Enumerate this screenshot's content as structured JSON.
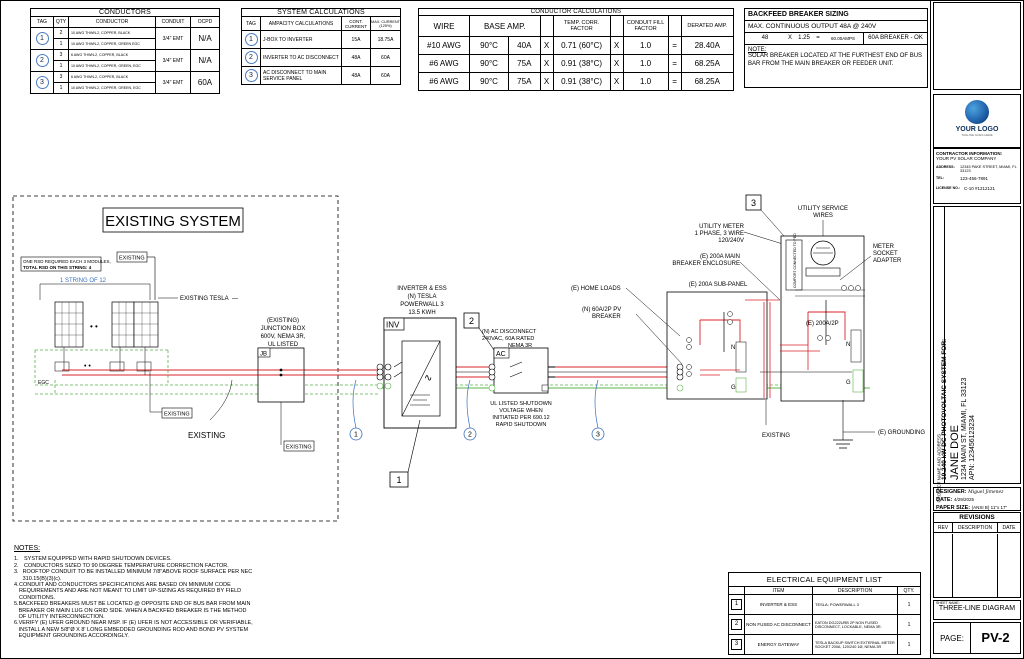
{
  "conductors": {
    "title": "CONDUCTORS",
    "headers": [
      "TAG",
      "QTY",
      "CONDUCTOR",
      "CONDUIT",
      "OCPD"
    ],
    "rows": [
      {
        "tag": "1",
        "lines": [
          {
            "qty": "2",
            "text": "10 AWG THWN-2, COPPER, BLACK"
          },
          {
            "qty": "1",
            "text": "10 AWG THWN-2, COPPER, GREEN EGC"
          }
        ],
        "conduit": "3/4\" EMT",
        "ocpd": "N/A"
      },
      {
        "tag": "2",
        "lines": [
          {
            "qty": "3",
            "text": "6 AWG THWN-2, COPPER, BLACK"
          },
          {
            "qty": "1",
            "text": "10 AWG THWN-2, COPPER, GREEN, EGC"
          }
        ],
        "conduit": "3/4\" EMT",
        "ocpd": "N/A"
      },
      {
        "tag": "3",
        "lines": [
          {
            "qty": "3",
            "text": "6 AWG THWN-2, COPPER, BLACK"
          },
          {
            "qty": "1",
            "text": "10 AWG THWN-2, COPPER, GREEN, EGC"
          }
        ],
        "conduit": "3/4\" EMT",
        "ocpd": "60A"
      }
    ]
  },
  "system_calc": {
    "title": "SYSTEM CALCULATIONS",
    "headers": [
      "TAG",
      "AMPACITY CALCULATIONS",
      "CONT. CURRENT",
      "MAX. CURRENT (125%)"
    ],
    "rows": [
      {
        "tag": "1",
        "desc": "J-BOX TO INVERTER",
        "cont": "15A",
        "max": "18.75A"
      },
      {
        "tag": "2",
        "desc": "INVERTER TO AC DISCONNECT",
        "cont": "48A",
        "max": "60A"
      },
      {
        "tag": "3",
        "desc": "AC DISCONNECT TO MAIN SERVICE PANEL",
        "cont": "48A",
        "max": "60A"
      }
    ]
  },
  "conductor_calc": {
    "title": "CONDUCTOR CALCULATIONS",
    "headers": [
      "WIRE",
      "BASE AMP.",
      "TEMP. CORR. FACTOR",
      "CONDUIT FILL FACTOR",
      "DERATED AMP."
    ],
    "rows": [
      {
        "wire": "#10 AWG",
        "temp": "90°C",
        "amp": "40A",
        "x1": "X",
        "corr": "0.71 (60°C)",
        "x2": "X",
        "fill": "1.0",
        "eq": "=",
        "derated": "28.40A"
      },
      {
        "wire": "#6 AWG",
        "temp": "90°C",
        "amp": "75A",
        "x1": "X",
        "corr": "0.91 (38°C)",
        "x2": "X",
        "fill": "1.0",
        "eq": "=",
        "derated": "68.25A"
      },
      {
        "wire": "#6 AWG",
        "temp": "90°C",
        "amp": "75A",
        "x1": "X",
        "corr": "0.91 (38°C)",
        "x2": "X",
        "fill": "1.0",
        "eq": "=",
        "derated": "68.25A"
      }
    ]
  },
  "backfeed": {
    "title": "BACKFEED BREAKER SIZING",
    "output": "MAX. CONTINUOUS OUTPUT 48A @ 240V",
    "calc": [
      "48",
      "X",
      "1.25",
      "=",
      "60.00AMPS",
      "60A BREAKER - OK"
    ],
    "note_label": "NOTE:",
    "note": "SOLAR BREAKER LOCATED AT THE FURTHEST END OF BUS BAR FROM THE MAIN BREAKER OR FEEDER UNIT."
  },
  "diagram": {
    "existing_system": "EXISTING SYSTEM",
    "rsd_note_1": "ONE RSD REQUIRED EACH 3 MODULES,",
    "rsd_note_2": "TOTAL RSD ON THIS STRING: 4",
    "existing": "EXISTING",
    "string": "1 STRING OF 12",
    "existing_tesla": "EXISTING TESLA",
    "egc": "EGC",
    "jbox": [
      "(EXISTING)",
      "JUNCTION BOX",
      "600V, NEMA 3R,",
      "UL LISTED"
    ],
    "jb": "JB",
    "inv_title": [
      "INVERTER & ESS",
      "(N) TESLA",
      "POWERWALL 3",
      "13.5 KWH"
    ],
    "inv": "INV",
    "ac_title": [
      "(N) AC DISCONNECT",
      "240VAC, 60A RATED",
      "NEMA 3R"
    ],
    "ac": "AC",
    "ac_note": [
      "UL LISTED SHUTDOWN",
      "VOLTAGE WHEN",
      "INITIATED PER 690.12",
      "RAPID SHUTDOWN"
    ],
    "home_loads": "(E) HOME LOADS",
    "pv_breaker": [
      "(N) 60A/2P PV",
      "BREAKER"
    ],
    "subpanel": "(E) 200A  SUB-PANEL",
    "util_meter": [
      "UTILITY METER",
      "1 PHASE, 3 WIRE",
      "120/240V"
    ],
    "main_enc": [
      "(E) 200A  MAIN",
      "BREAKER ENCLOSURE"
    ],
    "util_wires": [
      "UTILITY  SERVICE",
      "WIRES"
    ],
    "meter_socket": [
      "METER",
      "SOCKET",
      "ADAPTER"
    ],
    "comfort": "COMFORT CONNECTED TO PEO",
    "breaker_200": "(E) 200A/2P",
    "grounding": "(E) GROUNDING",
    "tag_labels": [
      "1",
      "2",
      "3"
    ],
    "box_tags": [
      "1",
      "2",
      "3"
    ]
  },
  "notes": {
    "title": "NOTES:",
    "items": [
      "SYSTEM EQUIPPED WITH RAPID SHUTDOWN DEVICES.",
      "CONDUCTORS SIZED TO 90 DEGREE TEMPERATURE CORRECTION FACTOR.",
      "ROOFTOP CONDUIT TO BE INSTALLED MINIMUM 7/8\"ABOVE ROOF SURFACE PER NEC 310.15(B)(3)(c).",
      "CONDUIT AND CONDUCTORS SPECIFICATIONS ARE BASED ON MINIMUM CODE REQUIREMENTS AND ARE NOT MEANT TO LIMIT UP-SIZING AS REQUIRED BY FIELD CONDITIONS.",
      "BACKFEED BREAKERS MUST BE LOCATED @ OPPOSITE END OF BUS BAR FROM MAIN BREAKER OR MAIN LUG ON GRID SIDE. WHEN A BACKFED BREAKER IS THE METHOD OF UTILITY INTERCONNECTION.",
      "VERIFY (E) UFER GROUND NEAR MSP. IF (E) UFER IS NOT ACCESSIBLE OR VERIFIABLE, INSTALL A NEW 5/8\"Ø X 8' LONG EMBEDDED GROUNDING ROD AND BOND PV SYSTEM EQUIPMENT GROUNDING ACCORDINGLY."
    ]
  },
  "equipment": {
    "title": "ELECTRICAL EQUIPMENT LIST",
    "headers": [
      "",
      "ITEM",
      "DESCRIPTION",
      "QTY."
    ],
    "rows": [
      {
        "tag": "1",
        "item": "INVERTER & ESS",
        "desc": "TESLA: POWERWALL 3",
        "qty": "1"
      },
      {
        "tag": "2",
        "item": "NON FUSED AC DISCONNECT",
        "desc": "EATON DG222URB 2P NON FUSED DISCONNECT, LOCKABLE, NEMA 3R.",
        "qty": "1"
      },
      {
        "tag": "3",
        "item": "ENERGY GATEWAY",
        "desc": "TESLA BACKUP SWITCH EXTERNAL METER SOCKET 200A, 120/240 1Ø, NEMA 3R",
        "qty": "1"
      }
    ]
  },
  "title_block": {
    "logo_text": "YOUR LOGO",
    "logo_tagline": "TAGLINE GOES HERE",
    "contractor_label": "CONTRACTOR INFORMATION:",
    "contractor_name": "YOUR PV SOLAR COMPANY",
    "address_label": "ADDRESS:",
    "address": "12345 PAKE STREET, MIAMI, FL 33123",
    "tel_label": "TEL:",
    "tel": "123-456-7891",
    "license_label": "LICENSE NO.:",
    "license": "C-10 #1212121",
    "project_label": "PROJECT NAME AND ADDRESS",
    "system_line": "19.240 kW DC PHOTOVOLTAIC SYSTEM FOR:",
    "owner": "JANE DOE",
    "street": "1234 MAIN ST, MIAMI, FL 33123",
    "apn": "APN: 123456123234",
    "designer_label": "DESIGNER:",
    "designer": "Miguel Jimenez",
    "date_label": "DATE:",
    "date": "4/29/2025",
    "paper_label": "PAPER SIZE:",
    "paper": "(ANSI B) 11\"x 17\"",
    "revisions": "REVISIONS",
    "rev_headers": [
      "REV",
      "DESCRIPTION",
      "DATE"
    ],
    "sheet_name_label": "SHEET NAME:",
    "sheet_name": "THREE-LINE DIAGRAM",
    "page_label": "PAGE:",
    "page": "PV-2"
  },
  "colors": {
    "dc_red": "#d9232a",
    "egc_green": "#5ab34a",
    "tag_blue": "#3a6fbf",
    "logo_blue": "#1e5fa8"
  }
}
